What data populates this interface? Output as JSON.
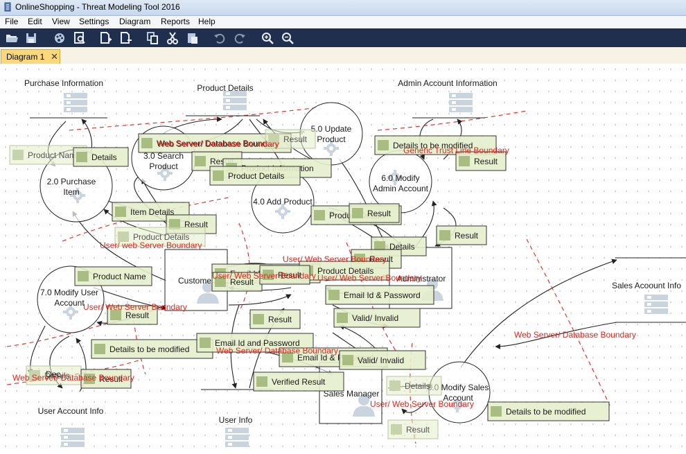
{
  "window": {
    "title": "OnlineShopping - Threat Modeling Tool 2016"
  },
  "menu": [
    "File",
    "Edit",
    "View",
    "Settings",
    "Diagram",
    "Reports",
    "Help"
  ],
  "toolbar": {
    "buttons": [
      "open-folder-icon",
      "save-icon",
      "palette-icon",
      "analysis-view-icon",
      "new-diagram-icon",
      "copy-diagram-icon",
      "copy-icon",
      "cut-icon",
      "paste-icon",
      "undo-icon",
      "redo-icon",
      "zoom-in-icon",
      "zoom-out-icon"
    ]
  },
  "tabs": [
    {
      "label": "Diagram 1",
      "close": "✕"
    }
  ],
  "colors": {
    "toolbar_bg": "#1f2f4d",
    "tab_active": "#fbd97b",
    "boundary": "#e8231b",
    "flow_label_bg": "#e4eecb",
    "flow_label_border": "#92a86a",
    "element_stroke": "#222222"
  },
  "diagram": {
    "processes": [
      {
        "label": "2.0 Purchase Item"
      },
      {
        "label": "3.0 Search Product"
      },
      {
        "label": "4.0 Add Product"
      },
      {
        "label": "5.0 Update Product"
      },
      {
        "label": "6.0 Modify Admin Account"
      },
      {
        "label": "7.0 Modify User Account"
      },
      {
        "label": "8.0 Modify Sales Account"
      }
    ],
    "data_stores": [
      {
        "label": "Purchase Information"
      },
      {
        "label": "Product Details"
      },
      {
        "label": "Admin Account Information"
      },
      {
        "label": "Sales Acoount Info"
      },
      {
        "label": "User Account Info"
      },
      {
        "label": "User Info"
      }
    ],
    "external_interactors": [
      {
        "label": "Customer"
      },
      {
        "label": "Administrator"
      },
      {
        "label": "Sales Manager"
      }
    ],
    "flow_labels": [
      "Product Name",
      "Details",
      "Web Server/ Database Boundary",
      "Result",
      "Product Information",
      "Product Details",
      "Result",
      "Details to be modified",
      "Result",
      "Item Details",
      "Result",
      "Product Details",
      "Product Details",
      "Result",
      "Result",
      "Details",
      "Result",
      "Product Name",
      "Email Id & password",
      "Result",
      "Product Details",
      "Email Id & Password",
      "Result",
      "Valid/ Invalid",
      "Result",
      "Result",
      "Details to be modified",
      "Email Id and Password",
      "Email Id & Password",
      "Valid/ Invalid",
      "Details",
      "Result",
      "Verified Result",
      "Details",
      "Details to be modified",
      "Result"
    ],
    "boundaries": [
      "Web Server/ Database Boundary",
      "Generic Trust Line Boundary",
      "User/ web Server Boundary",
      "User/ Web Server Boundary",
      "User/ Web Server Boundary",
      "User/ Web Server Boundary",
      "User/ Web Server Boundary",
      "Web Server/ Database Boundary",
      "Web Server/ Database Boundary",
      "User/ Web Server Boundary",
      "Web Server/ Database Boundary"
    ],
    "stray_text": [
      "Dec"
    ]
  }
}
